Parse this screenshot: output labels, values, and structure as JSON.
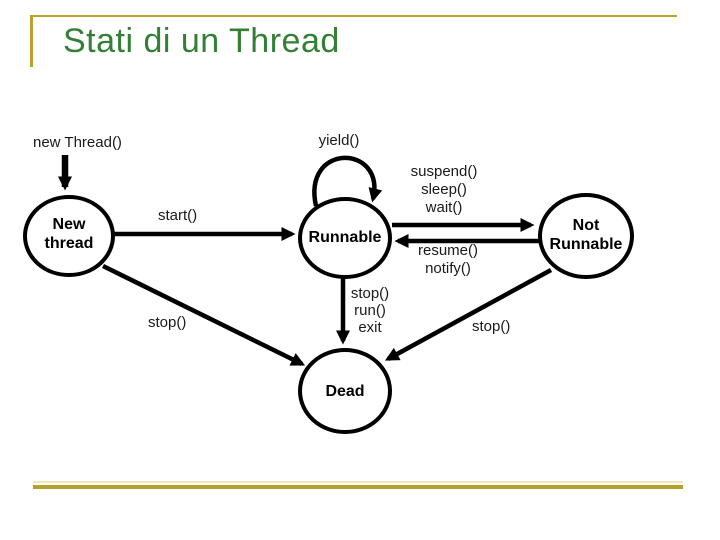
{
  "slide": {
    "title": "Stati di un Thread",
    "colors": {
      "title": "#337f36",
      "frame": "#bfa126",
      "rule_pale": "#efe8b8",
      "rule_gold": "#b59e2d",
      "ink": "#000000"
    }
  },
  "nodes": {
    "new_thread": {
      "line1": "New",
      "line2": "thread"
    },
    "runnable": {
      "label": "Runnable"
    },
    "not_runnable": {
      "line1": "Not",
      "line2": "Runnable"
    },
    "dead": {
      "label": "Dead"
    }
  },
  "transitions": {
    "new_thread_call": "new Thread()",
    "yield": "yield()",
    "start": "start()",
    "suspend": "suspend()",
    "sleep": "sleep()",
    "wait": "wait()",
    "resume": "resume()",
    "notify": "notify()",
    "stop_left": "stop()",
    "stop_mid_1": "stop()",
    "stop_mid_2": "run()",
    "stop_mid_3": "exit",
    "stop_right": "stop()"
  }
}
